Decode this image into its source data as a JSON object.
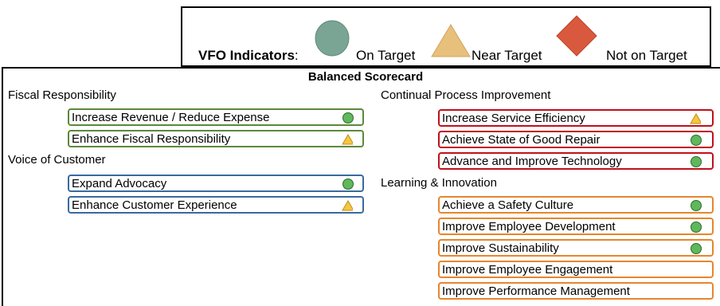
{
  "legend": {
    "title": "VFO Indicators",
    "colon": ":",
    "on_target": "On Target",
    "near_target": "Near Target",
    "not_on_target": "Not on Target",
    "colors": {
      "on_target": "#7aa594",
      "near_target": "#e7c07c",
      "not_on_target": "#d9593e"
    }
  },
  "scorecard": {
    "title": "Balanced Scorecard",
    "fiscal": {
      "heading": "Fiscal Responsibility",
      "items": [
        {
          "label": "Increase Revenue / Reduce Expense",
          "status": "on-target"
        },
        {
          "label": "Enhance Fiscal Responsibility",
          "status": "near-target"
        }
      ]
    },
    "voice": {
      "heading": "Voice of Customer",
      "items": [
        {
          "label": "Expand Advocacy",
          "status": "on-target"
        },
        {
          "label": "Enhance Customer Experience",
          "status": "near-target"
        }
      ]
    },
    "continual": {
      "heading": "Continual Process Improvement",
      "items": [
        {
          "label": "Increase Service Efficiency",
          "status": "near-target"
        },
        {
          "label": "Achieve State of Good Repair",
          "status": "on-target"
        },
        {
          "label": "Advance and Improve Technology",
          "status": "on-target"
        }
      ]
    },
    "learning": {
      "heading": "Learning & Innovation",
      "items": [
        {
          "label": "Achieve a Safety Culture",
          "status": "on-target"
        },
        {
          "label": "Improve Employee Development",
          "status": "on-target"
        },
        {
          "label": "Improve Sustainability",
          "status": "on-target"
        },
        {
          "label": "Improve Employee Engagement",
          "status": "none"
        },
        {
          "label": "Improve Performance Management",
          "status": "none"
        }
      ]
    }
  }
}
